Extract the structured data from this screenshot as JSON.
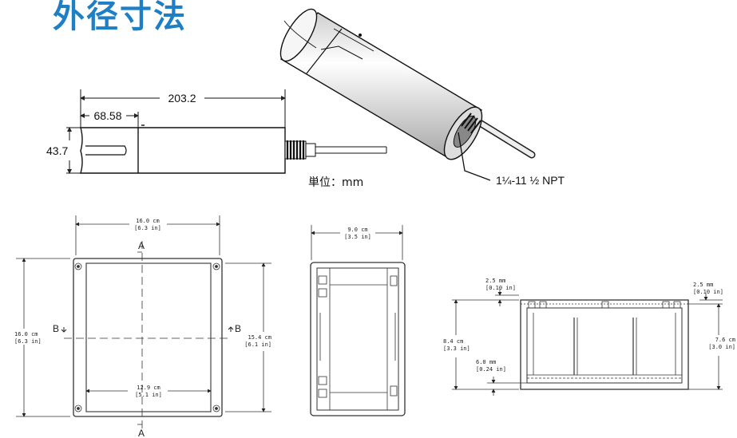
{
  "title": "外径寸法",
  "sensor": {
    "overall_length": "203.2",
    "cap_length": "68.58",
    "diameter": "43.7",
    "unit_label": "単位：mm",
    "thread_label": "1¼-11 ½ NPT"
  },
  "enclosure_front": {
    "width_cm": "16.0 cm",
    "width_in": "[6.3 in]",
    "height_cm": "16.0 cm",
    "height_in": "[6.3 in]",
    "inner_height_cm": "15.4 cm",
    "inner_height_in": "[6.1 in]",
    "inner_width_cm": "12.9 cm",
    "inner_width_in": "[5.1 in]",
    "section_a": "A",
    "section_b": "B"
  },
  "enclosure_side": {
    "depth_cm": "9.0 cm",
    "depth_in": "[3.5 in]"
  },
  "enclosure_section": {
    "top_left_mm": "2.5 mm",
    "top_left_in": "[0.10 in]",
    "top_right_mm": "2.5 mm",
    "top_right_in": "[0.10 in]",
    "outer_cm": "8.4 cm",
    "outer_in": "[3.3 in]",
    "base_mm": "6.0 mm",
    "base_in": "[0.24 in]",
    "inner_cm": "7.6 cm",
    "inner_in": "[3.0 in]"
  }
}
